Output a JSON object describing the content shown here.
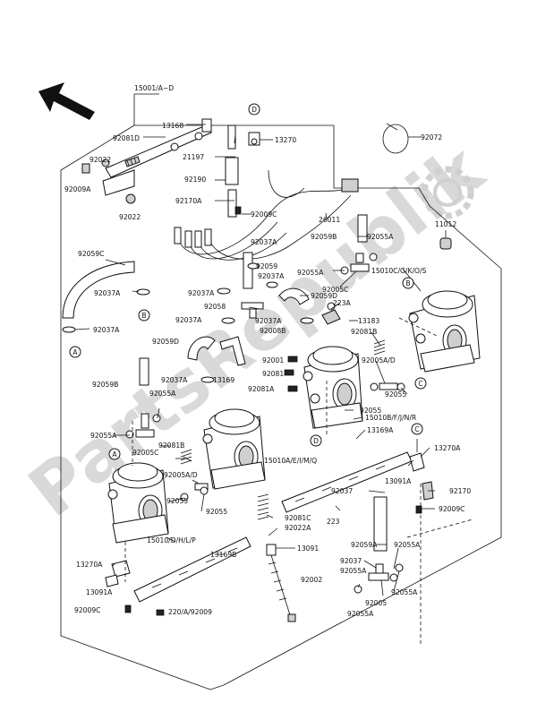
{
  "watermark": {
    "text": "PartsRepublik"
  },
  "labels": {
    "assembly": "15001/A~D",
    "p13168": "13168",
    "p92081d": "92081D",
    "p92022a": "92022",
    "p92009a": "92009A",
    "p92022b": "92022",
    "p21197": "21197",
    "p13270": "13270",
    "p92190": "92190",
    "p92170a": "92170A",
    "p92009c_a": "92009C",
    "p26011": "26011",
    "p92072": "92072",
    "p11012": "11012",
    "p92059c": "92059C",
    "p92037a_1": "92037A",
    "p92037a_2": "92037A",
    "p92037a_3": "92037A",
    "p92037a_4": "92037A",
    "p92037a_5": "92037A",
    "p92037a_6": "92037A",
    "p92037a_7": "92037A",
    "p92037a_8": "92037A",
    "p92059": "92059",
    "p92059b_1": "92059B",
    "p92059b_2": "92059B",
    "p92055a_1": "92055A",
    "p92055a_2": "92055A",
    "p92055a_3": "92055A",
    "p92055a_4": "92055A",
    "p92055a_5": "92055A",
    "p92055a_6": "92055A",
    "p92055a_7": "92055A",
    "p92005c_1": "92005C",
    "p92005c_2": "92005C",
    "p15010c": "15010C/G/K/O/S",
    "p92058": "92058",
    "p223a": "223A",
    "p92059d_1": "92059D",
    "p92059d_2": "92059D",
    "p13183": "13183",
    "p92008b": "92008B",
    "p92081b_1": "92081B",
    "p92081b_2": "92081B",
    "p92001": "92001",
    "p13169": "13169",
    "p92081": "92081",
    "p92081a": "92081A",
    "p92005ad_1": "92005A/D",
    "p92005ad_2": "92005A/D",
    "p92055_1": "92055",
    "p92055_2": "92055",
    "p92055_3": "92055",
    "p92055_4": "92055",
    "p92005": "92005",
    "p15010b": "15010B/F/J/N/R",
    "p13169a": "13169A",
    "p13270a_1": "13270A",
    "p13270a_2": "13270A",
    "p15010a": "15010A/E/I/M/Q",
    "p13091a_1": "13091A",
    "p13091a_2": "13091A",
    "p92037": "92037",
    "p92170": "92170",
    "p223": "223",
    "p92009c_b": "92009C",
    "p92009c_c": "92009C",
    "p92081c": "92081C",
    "p92022a2": "92022A",
    "p13091": "13091",
    "p92059a": "92059A",
    "p15010d": "15010/D/H/L/P",
    "p13169b": "13169B",
    "p92002": "92002",
    "p220a": "220/A/92009"
  },
  "callouts": {
    "a": "A",
    "b": "B",
    "c": "C",
    "d": "D"
  }
}
